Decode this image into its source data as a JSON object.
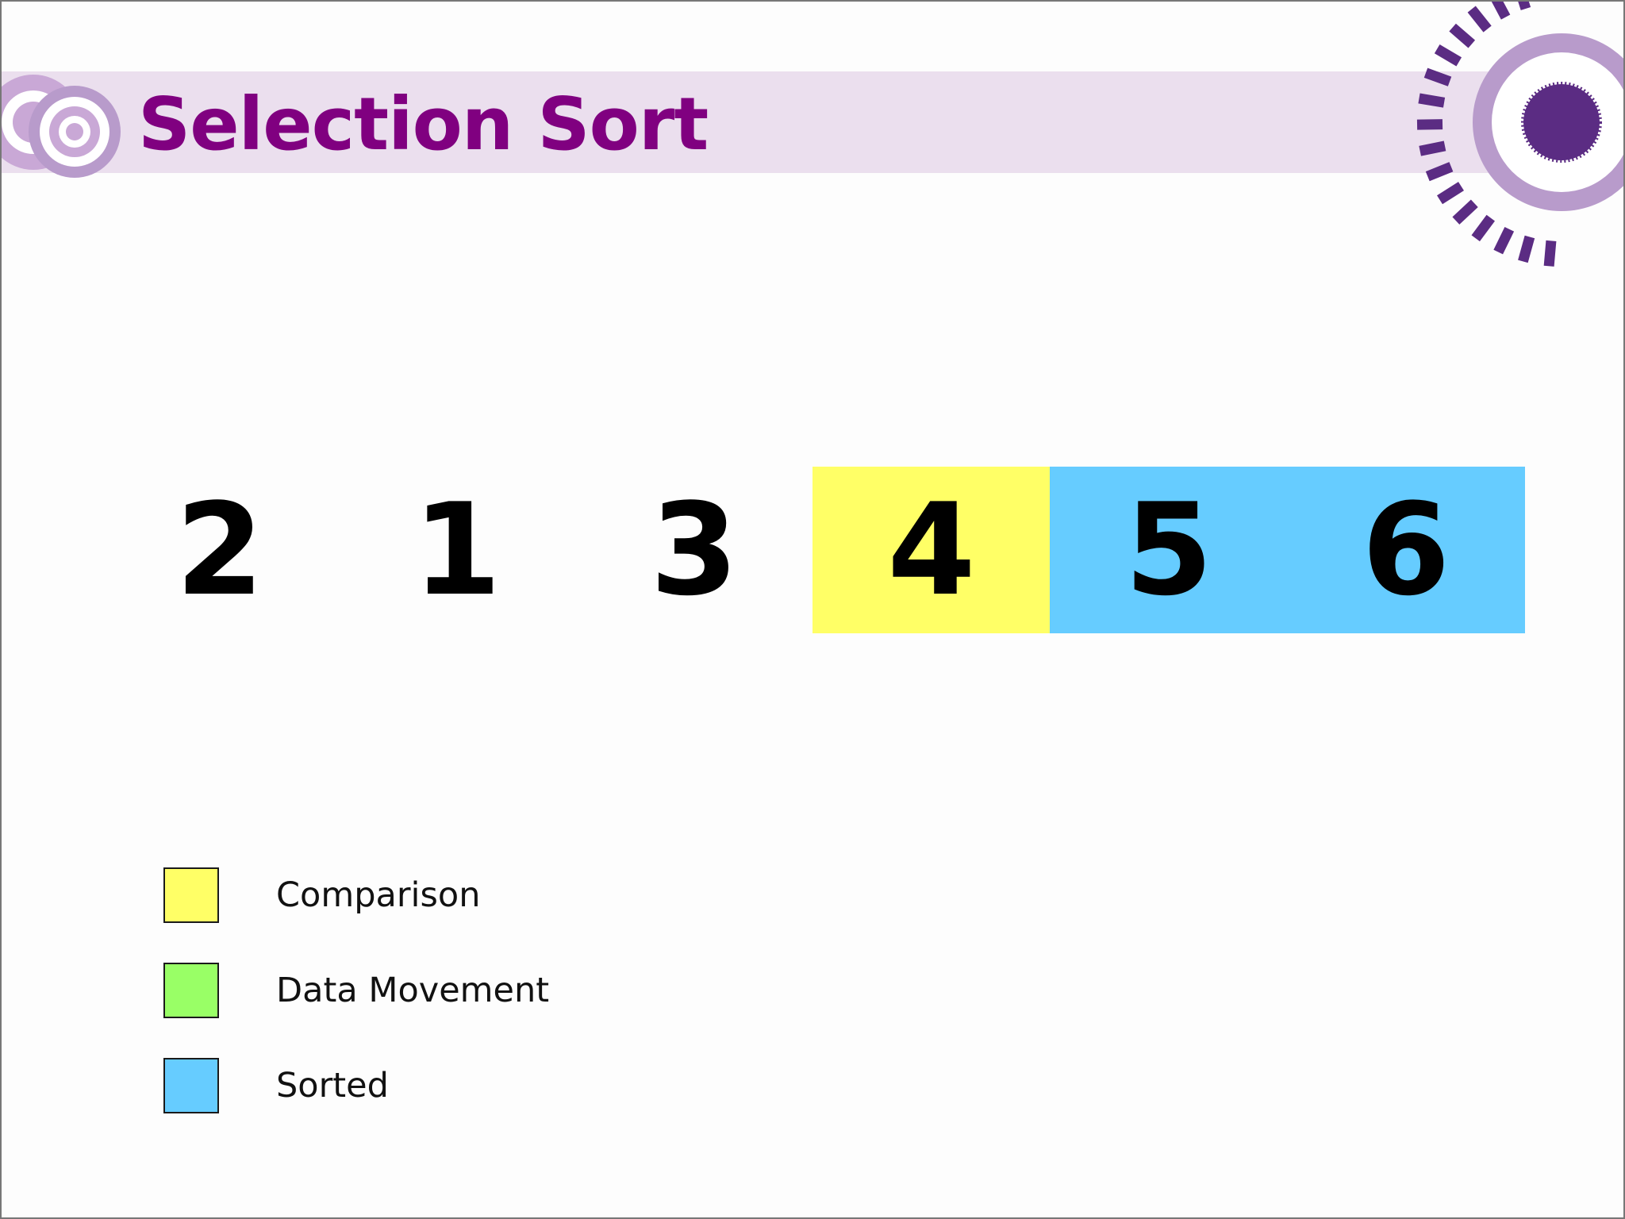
{
  "title": "Selection Sort",
  "array": [
    {
      "value": "2",
      "state": "none"
    },
    {
      "value": "1",
      "state": "none"
    },
    {
      "value": "3",
      "state": "none"
    },
    {
      "value": "4",
      "state": "comparison"
    },
    {
      "value": "5",
      "state": "sorted"
    },
    {
      "value": "6",
      "state": "sorted"
    }
  ],
  "legend": [
    {
      "label": "Comparison",
      "state": "comparison"
    },
    {
      "label": "Data Movement",
      "state": "movement"
    },
    {
      "label": "Sorted",
      "state": "sorted"
    }
  ],
  "colors": {
    "comparison": "#ffff66",
    "movement": "#99ff66",
    "sorted": "#66ccff",
    "none": "transparent",
    "title": "#800080",
    "band": "#ebdfee",
    "accent_dark": "#5b2c83",
    "accent_light": "#b89bcb"
  }
}
